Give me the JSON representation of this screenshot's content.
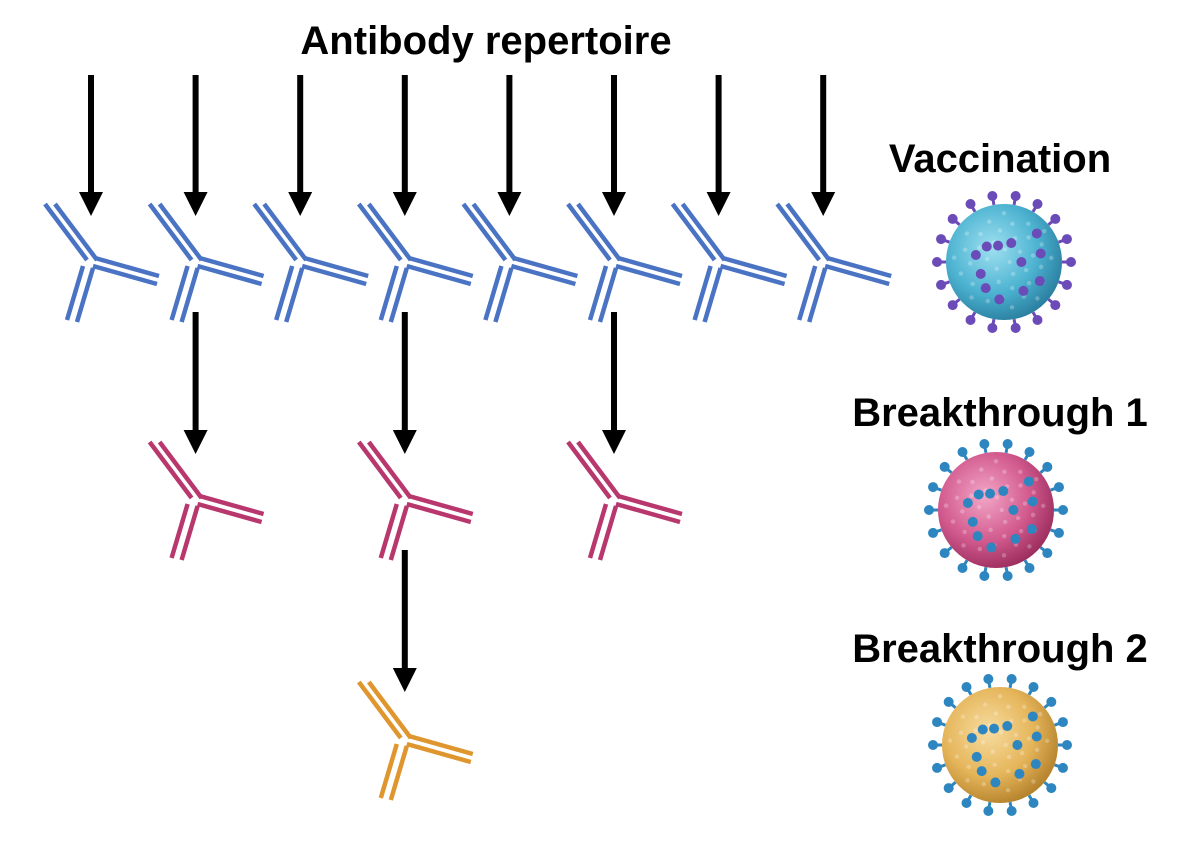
{
  "title": "Antibody repertoire",
  "stages": [
    {
      "label": "Vaccination",
      "antibody_color": "#4A73C4",
      "virus_body": "#4DB3D1",
      "virus_spike": "#6B4BB8"
    },
    {
      "label": "Breakthrough 1",
      "antibody_color": "#B8386E",
      "virus_body": "#D25A8E",
      "virus_spike": "#2E86C0"
    },
    {
      "label": "Breakthrough 2",
      "antibody_color": "#E0962E",
      "virus_body": "#E5B55A",
      "virus_spike": "#2E86C0"
    }
  ],
  "lineage": {
    "vaccination_count": 8,
    "breakthrough1_parents": [
      2,
      4,
      6
    ],
    "breakthrough2_parents": [
      4
    ]
  },
  "arrow_color": "#000000"
}
